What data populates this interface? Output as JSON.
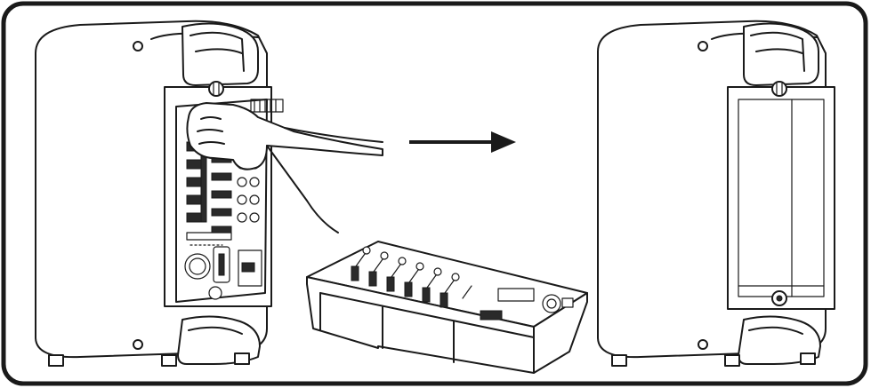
{
  "figure": {
    "frame_stroke": "#1a1a1a",
    "background": "#ffffff"
  },
  "panels": [
    {
      "id": "left-speaker",
      "icon": "speaker-with-mixer-being-removed"
    },
    {
      "id": "mixer-module",
      "icon": "removable-mixer-module"
    },
    {
      "id": "right-speaker",
      "icon": "speaker-with-empty-cavity"
    }
  ],
  "arrow": {
    "direction": "right",
    "icon": "right-arrow-icon"
  }
}
